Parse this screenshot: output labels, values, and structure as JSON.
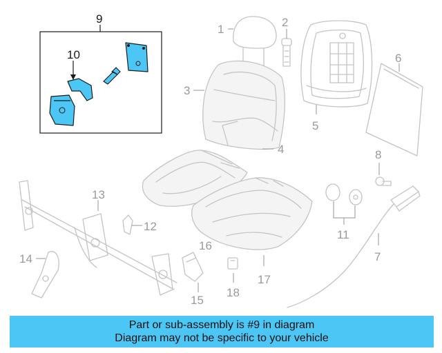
{
  "banner": {
    "line1": "Part or sub-assembly is #9 in diagram",
    "line2": "Diagram may not be specific to your vehicle",
    "background": "#4cc6f4"
  },
  "highlight_color": "#4cc6f4",
  "highlighted_part": "9",
  "callouts": {
    "c1": "1",
    "c2": "2",
    "c3": "3",
    "c4": "4",
    "c5": "5",
    "c6": "6",
    "c7": "7",
    "c8": "8",
    "c9": "9",
    "c10": "10",
    "c11": "11",
    "c12": "12",
    "c13": "13",
    "c14": "14",
    "c15": "15",
    "c16": "16",
    "c17": "17",
    "c18": "18"
  }
}
